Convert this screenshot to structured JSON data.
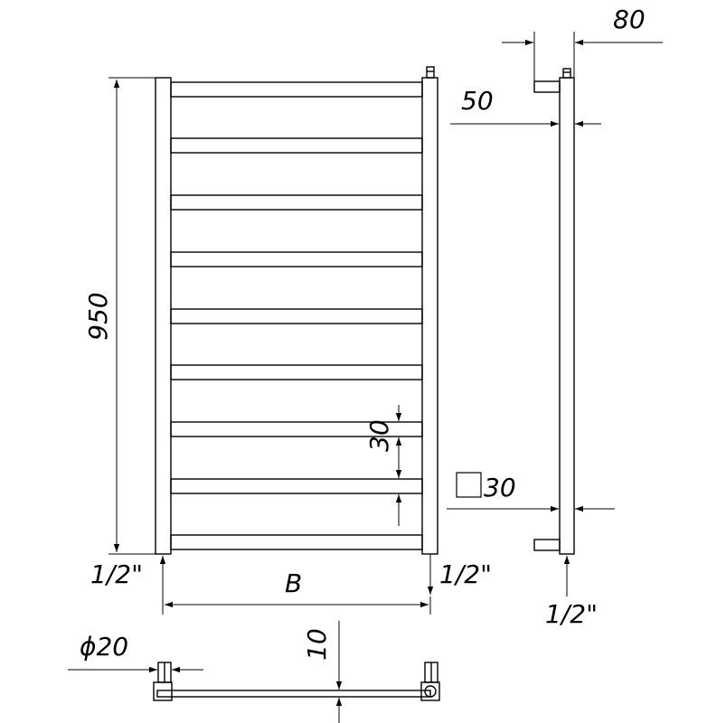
{
  "dimensions": {
    "height": "950",
    "width_label": "B",
    "depth": "80",
    "wall_gap": "50",
    "bar_spacing": "30",
    "square_section": "30",
    "pipe_diameter": "ϕ20",
    "offset": "10"
  },
  "connections": {
    "left": "1/2\"",
    "right": "1/2\"",
    "side": "1/2\""
  },
  "colors": {
    "line": "#000000",
    "background": "#ffffff"
  }
}
